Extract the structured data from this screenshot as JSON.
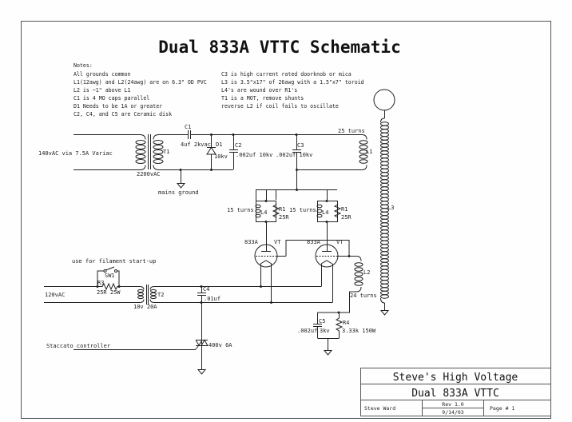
{
  "title": "Dual 833A VTTC Schematic",
  "notes": {
    "heading": "Notes:",
    "left": [
      "All grounds common",
      "L1(12awg) and L2(24awg) are on 6.3\" OD PVC",
      "L2 is ~1\" above L1",
      "C1 is 4 MO caps parallel",
      "D1 Needs to be 1A or greater",
      "C2, C4, and C5 are Ceramic disk"
    ],
    "right": [
      "C3 is high current rated doorknob or mica",
      "L3 is 3.5\"x17\" of 26awg with a 1.5\"x7\" toroid",
      "L4's are wound over R1's",
      "T1 is a MOT, remove shunts",
      "reverse L2 if coil fails to oscillate"
    ]
  },
  "labels": {
    "mains_input": "140vAC via 7.5A Variac",
    "t1": "T1",
    "t1_rating": "2200vAC",
    "c1": "C1",
    "c1_value": "4uf 2kvac",
    "d1": "D1",
    "d1_value": "10kv",
    "c2": "C2",
    "c2_value": ".002uf 10kv",
    "c3": "C3",
    "c3_value": ".002uf 10kv",
    "mains_ground": "mains ground",
    "l1": "L1",
    "l1_turns": "25 turns",
    "l3": "L3",
    "l4_left": "L4",
    "l4_left_turns": "15 turns",
    "r1_left": "R1",
    "r1_left_value": "25R",
    "l4_right": "L4",
    "l4_right_turns": "15 turns",
    "r1_right": "R1",
    "r1_right_value": "25R",
    "tube_left_type": "833A",
    "tube_left_ref": "VT",
    "tube_right_type": "833A",
    "tube_right_ref": "VT",
    "l2": "L2",
    "l2_turns": "24 turns",
    "filament_note": "use for filament start-up",
    "sw1": "SW1",
    "r3": "R3",
    "r3_value": "25R 25W",
    "filament_input": "120vAC",
    "t2": "T2",
    "t2_rating": "10v 20A",
    "c4": "C4",
    "c4_value": ".01uf",
    "c5": "C5",
    "c5_value": ".002uf",
    "c5_voltage": "3kv",
    "r4": "R4",
    "r4_value": "3.33k 150W",
    "staccato": "Staccato controller",
    "triac_value": "400v 6A"
  },
  "title_block": {
    "company": "Steve's High Voltage",
    "drawing": "Dual 833A VTTC",
    "author": "Steve Ward",
    "revision": "Rev 1.0",
    "date": "9/14/03",
    "page": "Page # 1"
  }
}
